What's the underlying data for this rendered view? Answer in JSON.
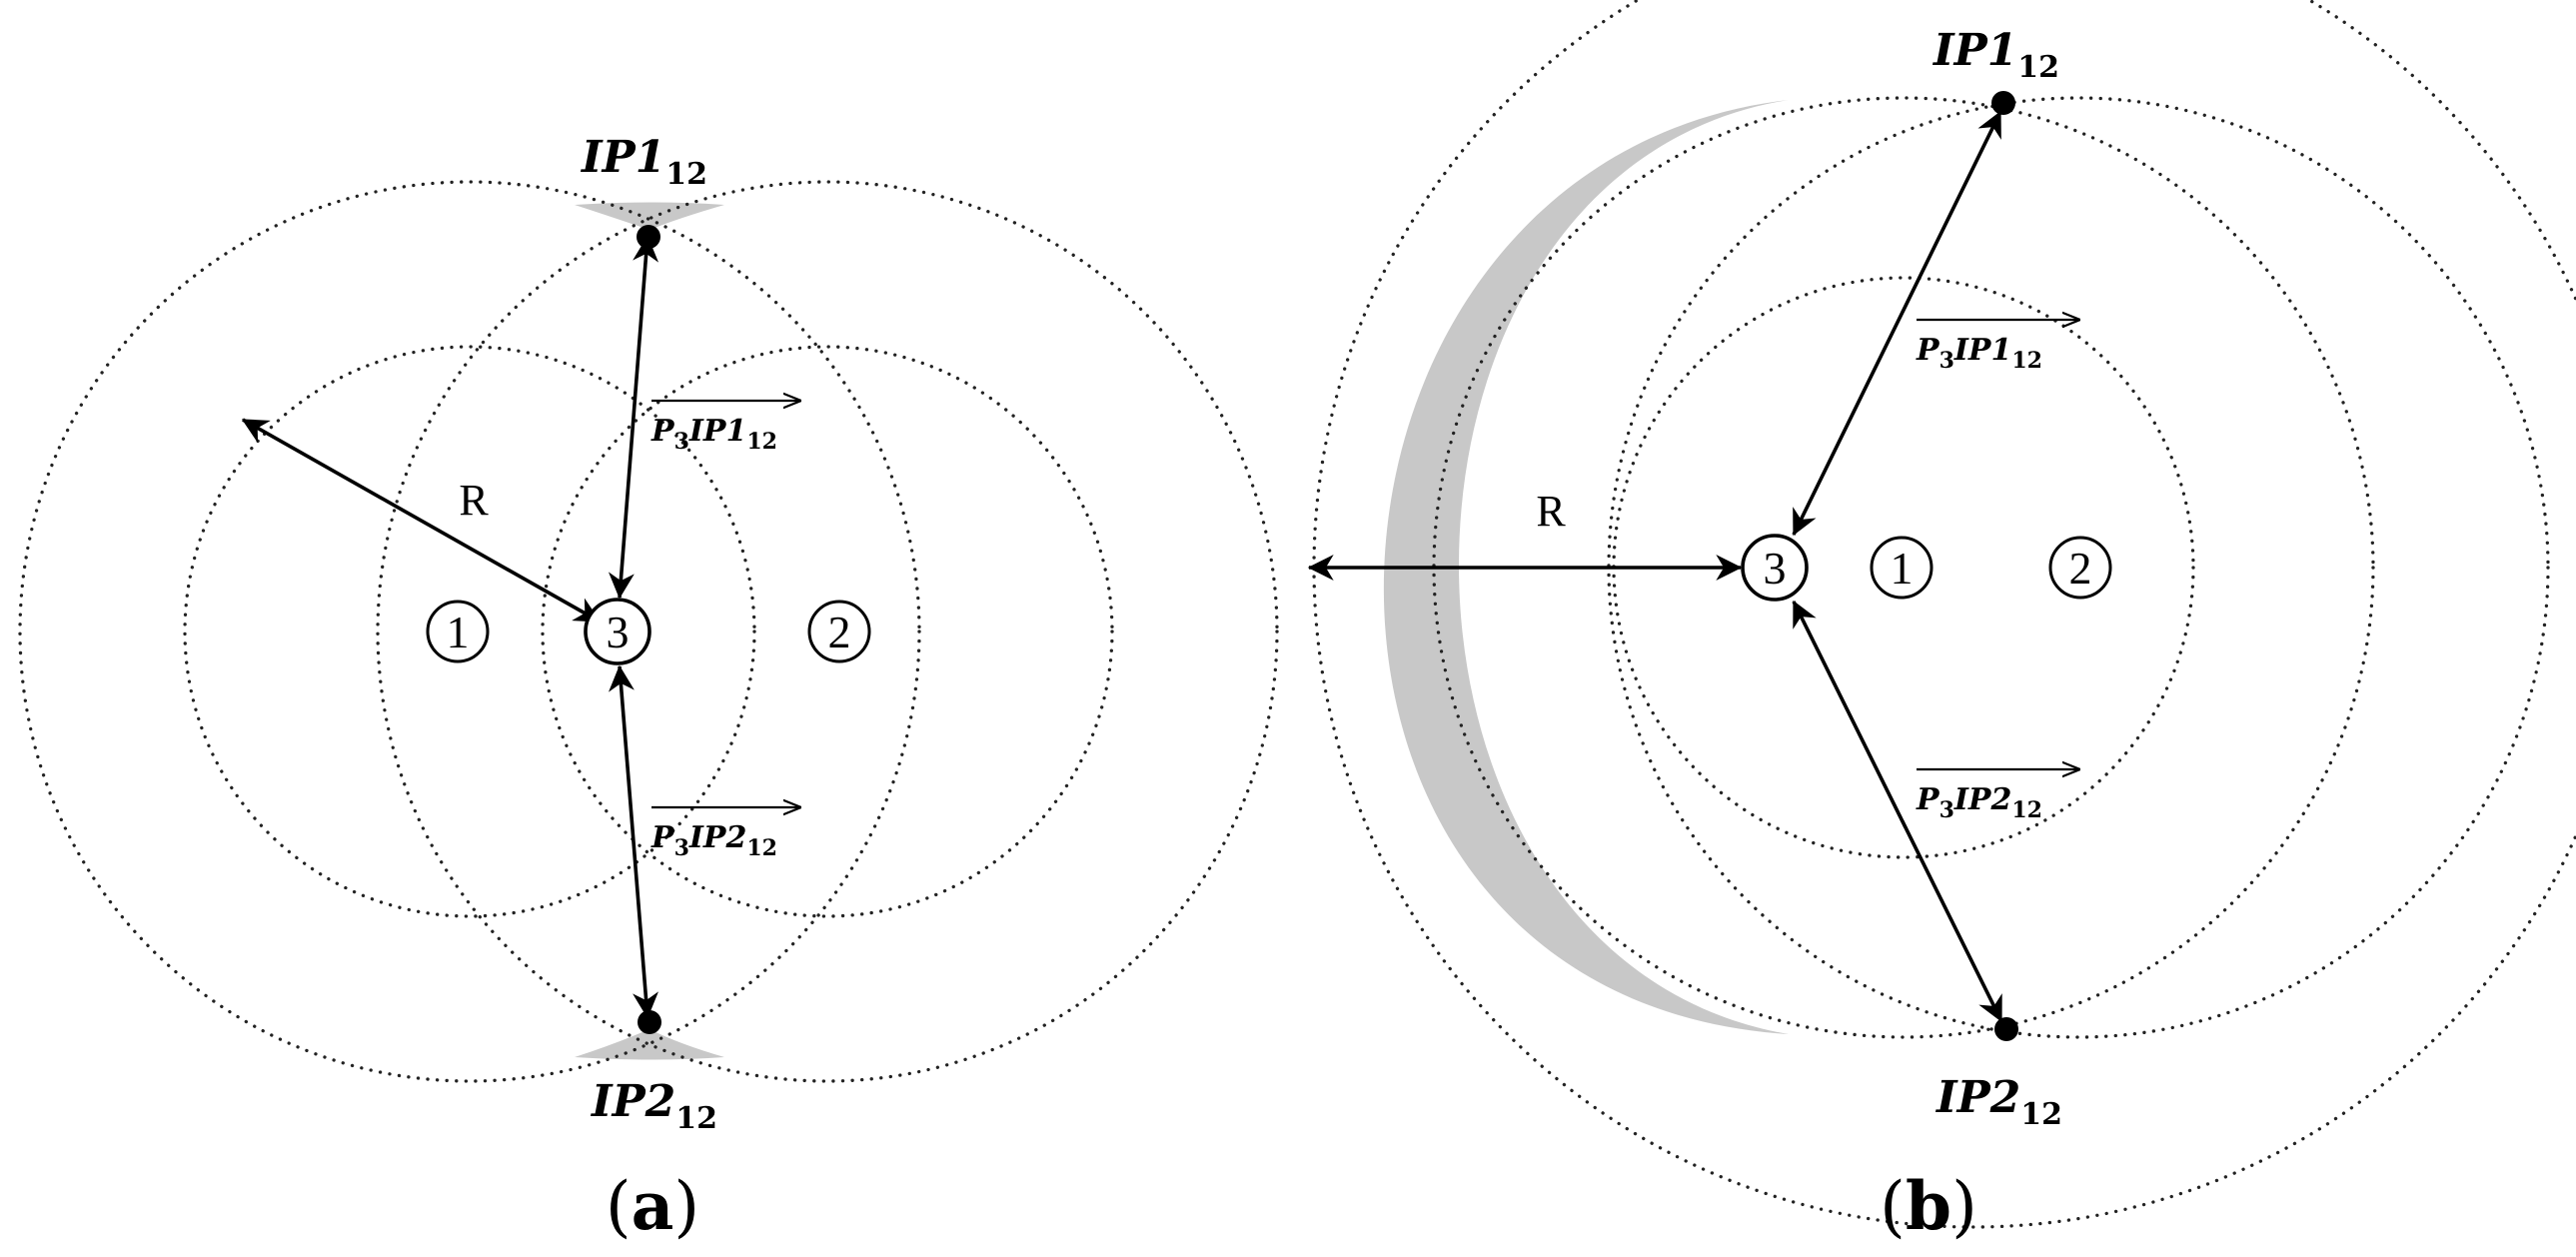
{
  "panel_a": {
    "label": "a",
    "radius_label": "R",
    "node_1": "1",
    "node_2": "2",
    "node_3": "3",
    "ip1": {
      "main": "IP1",
      "sub": "12"
    },
    "ip2": {
      "main": "IP2",
      "sub": "12"
    },
    "vec1": {
      "p": "P",
      "p_sub": "3",
      "main": "IP1",
      "sub": "12"
    },
    "vec2": {
      "p": "P",
      "p_sub": "3",
      "main": "IP2",
      "sub": "12"
    }
  },
  "panel_b": {
    "label": "b",
    "radius_label": "R",
    "node_1": "1",
    "node_2": "2",
    "node_3": "3",
    "ip1": {
      "main": "IP1",
      "sub": "12"
    },
    "ip2": {
      "main": "IP2",
      "sub": "12"
    },
    "vec1": {
      "p": "P",
      "p_sub": "3",
      "main": "IP1",
      "sub": "12"
    },
    "vec2": {
      "p": "P",
      "p_sub": "3",
      "main": "IP2",
      "sub": "12"
    }
  },
  "colors": {
    "shaded_region": "#c8c8c8",
    "stroke": "#000000"
  }
}
